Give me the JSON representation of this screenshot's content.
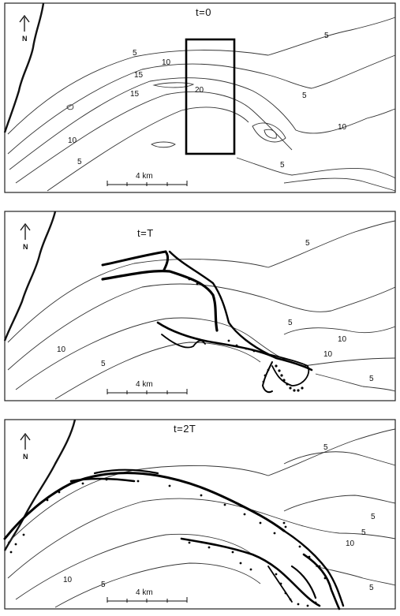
{
  "panels": [
    {
      "title": "t=0",
      "north": "N",
      "scale": "4 km",
      "labels": [
        "5",
        "10",
        "15",
        "20",
        "15",
        "10",
        "5",
        "5",
        "10",
        "5",
        "5"
      ]
    },
    {
      "title": "t=T",
      "north": "N",
      "scale": "4 km",
      "labels": [
        "5",
        "10",
        "5",
        "5",
        "10",
        "10",
        "5"
      ]
    },
    {
      "title": "t=2T",
      "north": "N",
      "scale": "4 km",
      "labels": [
        "5",
        "5",
        "10",
        "5",
        "10",
        "5",
        "5"
      ]
    }
  ]
}
